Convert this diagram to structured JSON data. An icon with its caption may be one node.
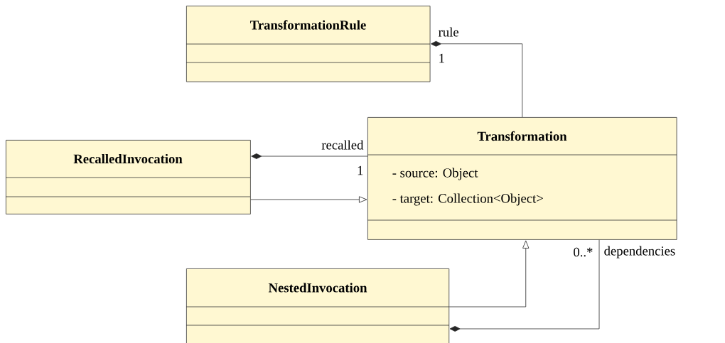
{
  "diagram": {
    "nodes": [
      {
        "text": [
          "TransformationRule"
        ]
      },
      {
        "text": [
          "RecalledInvocation"
        ]
      },
      {
        "text": [
          "Transformation",
          "- source: Object",
          "- target: Collection<Object>"
        ]
      },
      {
        "text": [
          "NestedInvocation"
        ]
      }
    ],
    "edges": [
      {
        "from": 0,
        "to": 2,
        "arrow": "other",
        "label": "rule"
      },
      {
        "from": 1,
        "to": 2,
        "arrow": "other",
        "label": "recalled"
      },
      {
        "from": 1,
        "to": 2,
        "arrow": "to"
      },
      {
        "from": 3,
        "to": 2,
        "arrow": "to"
      },
      {
        "from": 3,
        "to": 2,
        "arrow": "other",
        "label": "dependencies"
      }
    ],
    "labels": [
      "1",
      "1",
      "0..*"
    ]
  }
}
